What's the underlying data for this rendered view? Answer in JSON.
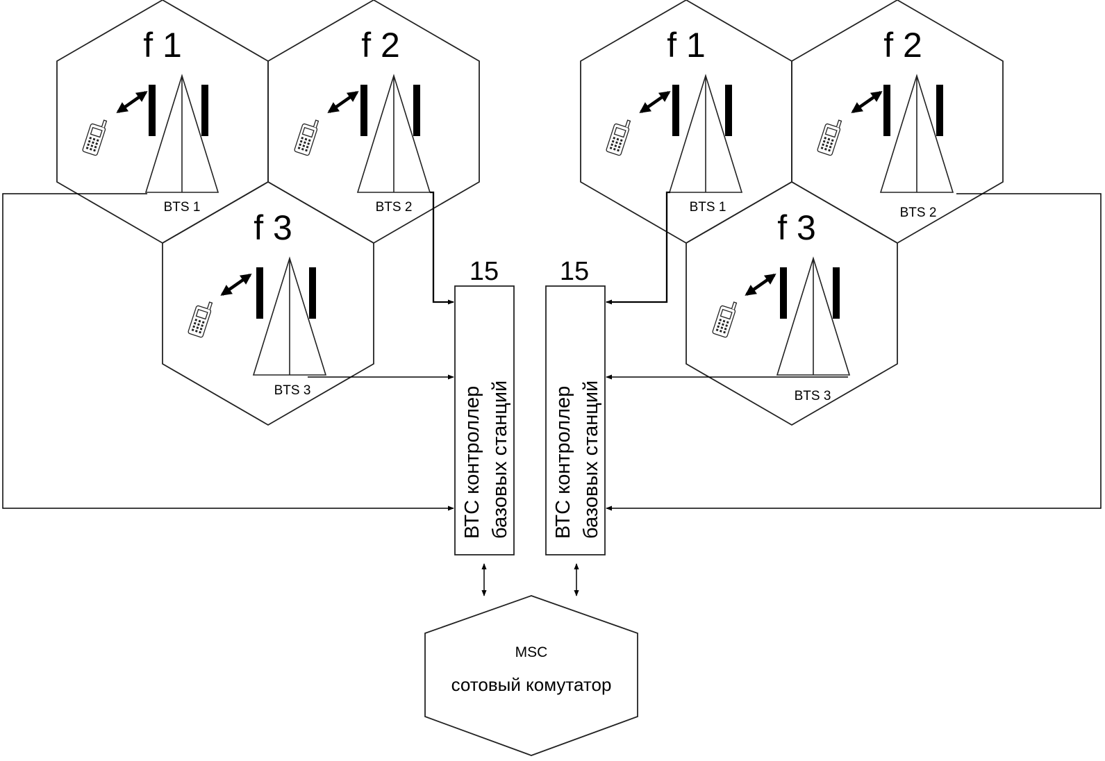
{
  "left_group": {
    "cells": [
      {
        "freq": "f 1",
        "bts": "BTS 1"
      },
      {
        "freq": "f 2",
        "bts": "BTS 2"
      },
      {
        "freq": "f 3",
        "bts": "BTS 3"
      }
    ],
    "controller": {
      "number": "15",
      "line1": "ВТС контроллер",
      "line2": "базовых станций"
    }
  },
  "right_group": {
    "cells": [
      {
        "freq": "f 1",
        "bts": "BTS 1"
      },
      {
        "freq": "f 2",
        "bts": "BTS 2"
      },
      {
        "freq": "f 3",
        "bts": "BTS 3"
      }
    ],
    "controller": {
      "number": "15",
      "line1": "ВТС контроллер",
      "line2": "базовых станций"
    }
  },
  "msc": {
    "title": "MSC",
    "subtitle": "сотовый комутатор"
  },
  "icons": [
    "mobile-phone-icon",
    "antenna-tower-icon",
    "double-arrow-icon"
  ]
}
